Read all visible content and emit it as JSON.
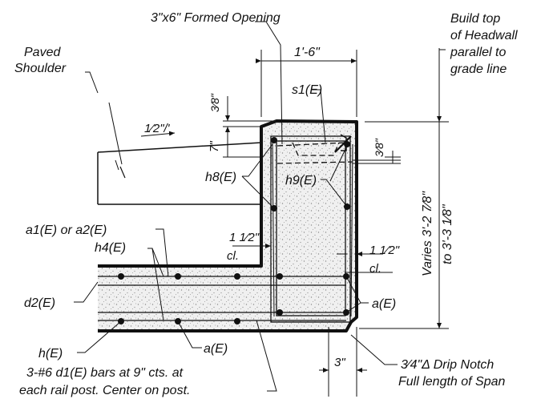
{
  "labels": {
    "formed_opening": "3\"x6\" Formed Opening",
    "paved": "Paved",
    "shoulder": "Shoulder",
    "width_top": "1'-6\"",
    "build_1": "Build top",
    "build_2": "of Headwall",
    "build_3": "parallel to",
    "build_4": "grade line",
    "three_eighths_top": "3⁄8\"",
    "s1": "s1(E)",
    "seven_in": "7\"",
    "slope": "1⁄2\"/'",
    "three_eighths_right": "3⁄8\"",
    "h8": "h8(E)",
    "h9": "h9(E)",
    "varies_1": "Varies 3'-2 7⁄8\"",
    "varies_2": "to 3'-3 1⁄8\"",
    "a1_or_a2": "a1(E) or a2(E)",
    "h4": "h4(E)",
    "clear_left": "1 1⁄2\"",
    "cl_left": "cl.",
    "clear_right": "1 1⁄2\"",
    "cl_right": "cl.",
    "d2": "d2(E)",
    "a_right": "a(E)",
    "h": "h(E)",
    "a_bottom": "a(E)",
    "drip_1": "3⁄4\"Δ Drip Notch",
    "drip_2": "Full length of Span",
    "bars_1": "3-#6 d1(E) bars at 9\" cts. at",
    "bars_2": "each rail post. Center on post.",
    "three_in": "3\""
  },
  "colors": {
    "line": "#111111",
    "concrete": "#eeeeee",
    "stipple": "#8a8a8a"
  }
}
